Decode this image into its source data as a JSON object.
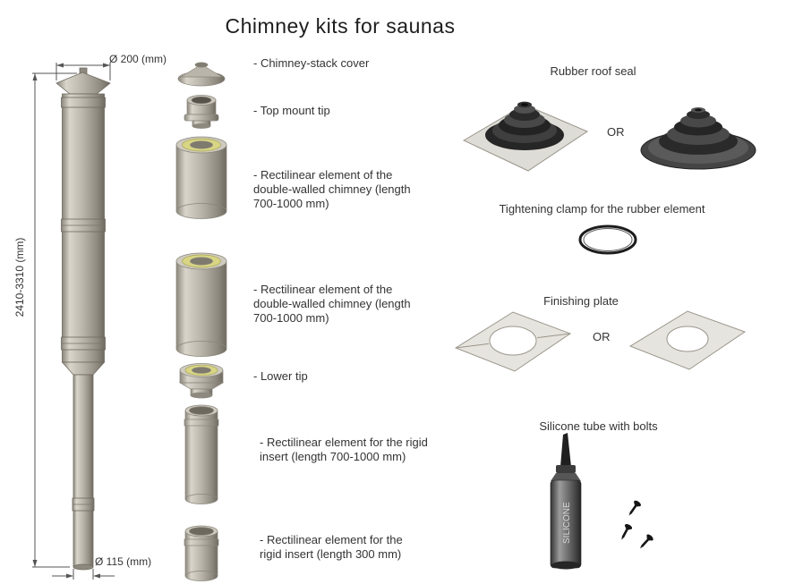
{
  "title": "Chimney kits for saunas",
  "assembled": {
    "dim_top_diameter": "Ø 200 (mm)",
    "dim_height": "2410-3310 (mm)",
    "dim_bottom_diameter": "Ø 115 (mm)"
  },
  "parts": [
    {
      "label": "- Chimney-stack cover"
    },
    {
      "label": "- Top mount tip"
    },
    {
      "label": "- Rectilinear element of the double-walled chimney (length 700-1000 mm)"
    },
    {
      "label": "- Rectilinear element of the double-walled chimney (length 700-1000 mm)"
    },
    {
      "label": "- Lower tip"
    },
    {
      "label": "- Rectilinear element for the rigid insert (length 700-1000 mm)"
    },
    {
      "label": "- Rectilinear element for the rigid insert (length 300 mm)"
    }
  ],
  "accessories": {
    "roof_seal": {
      "label": "Rubber roof seal",
      "or_label": "OR"
    },
    "clamp": {
      "label": "Tightening clamp for the rubber element"
    },
    "finishing_plate": {
      "label": "Finishing plate",
      "or_label": "OR"
    },
    "silicone": {
      "label": "Silicone tube with bolts",
      "tube_text": "SILICONE"
    }
  },
  "colors": {
    "metal": "#b8b4a9",
    "insulation_yellow": "#d8d584",
    "rubber_dark": "#2e2e2e",
    "plate_light": "#e6e4de",
    "text": "#333333"
  }
}
